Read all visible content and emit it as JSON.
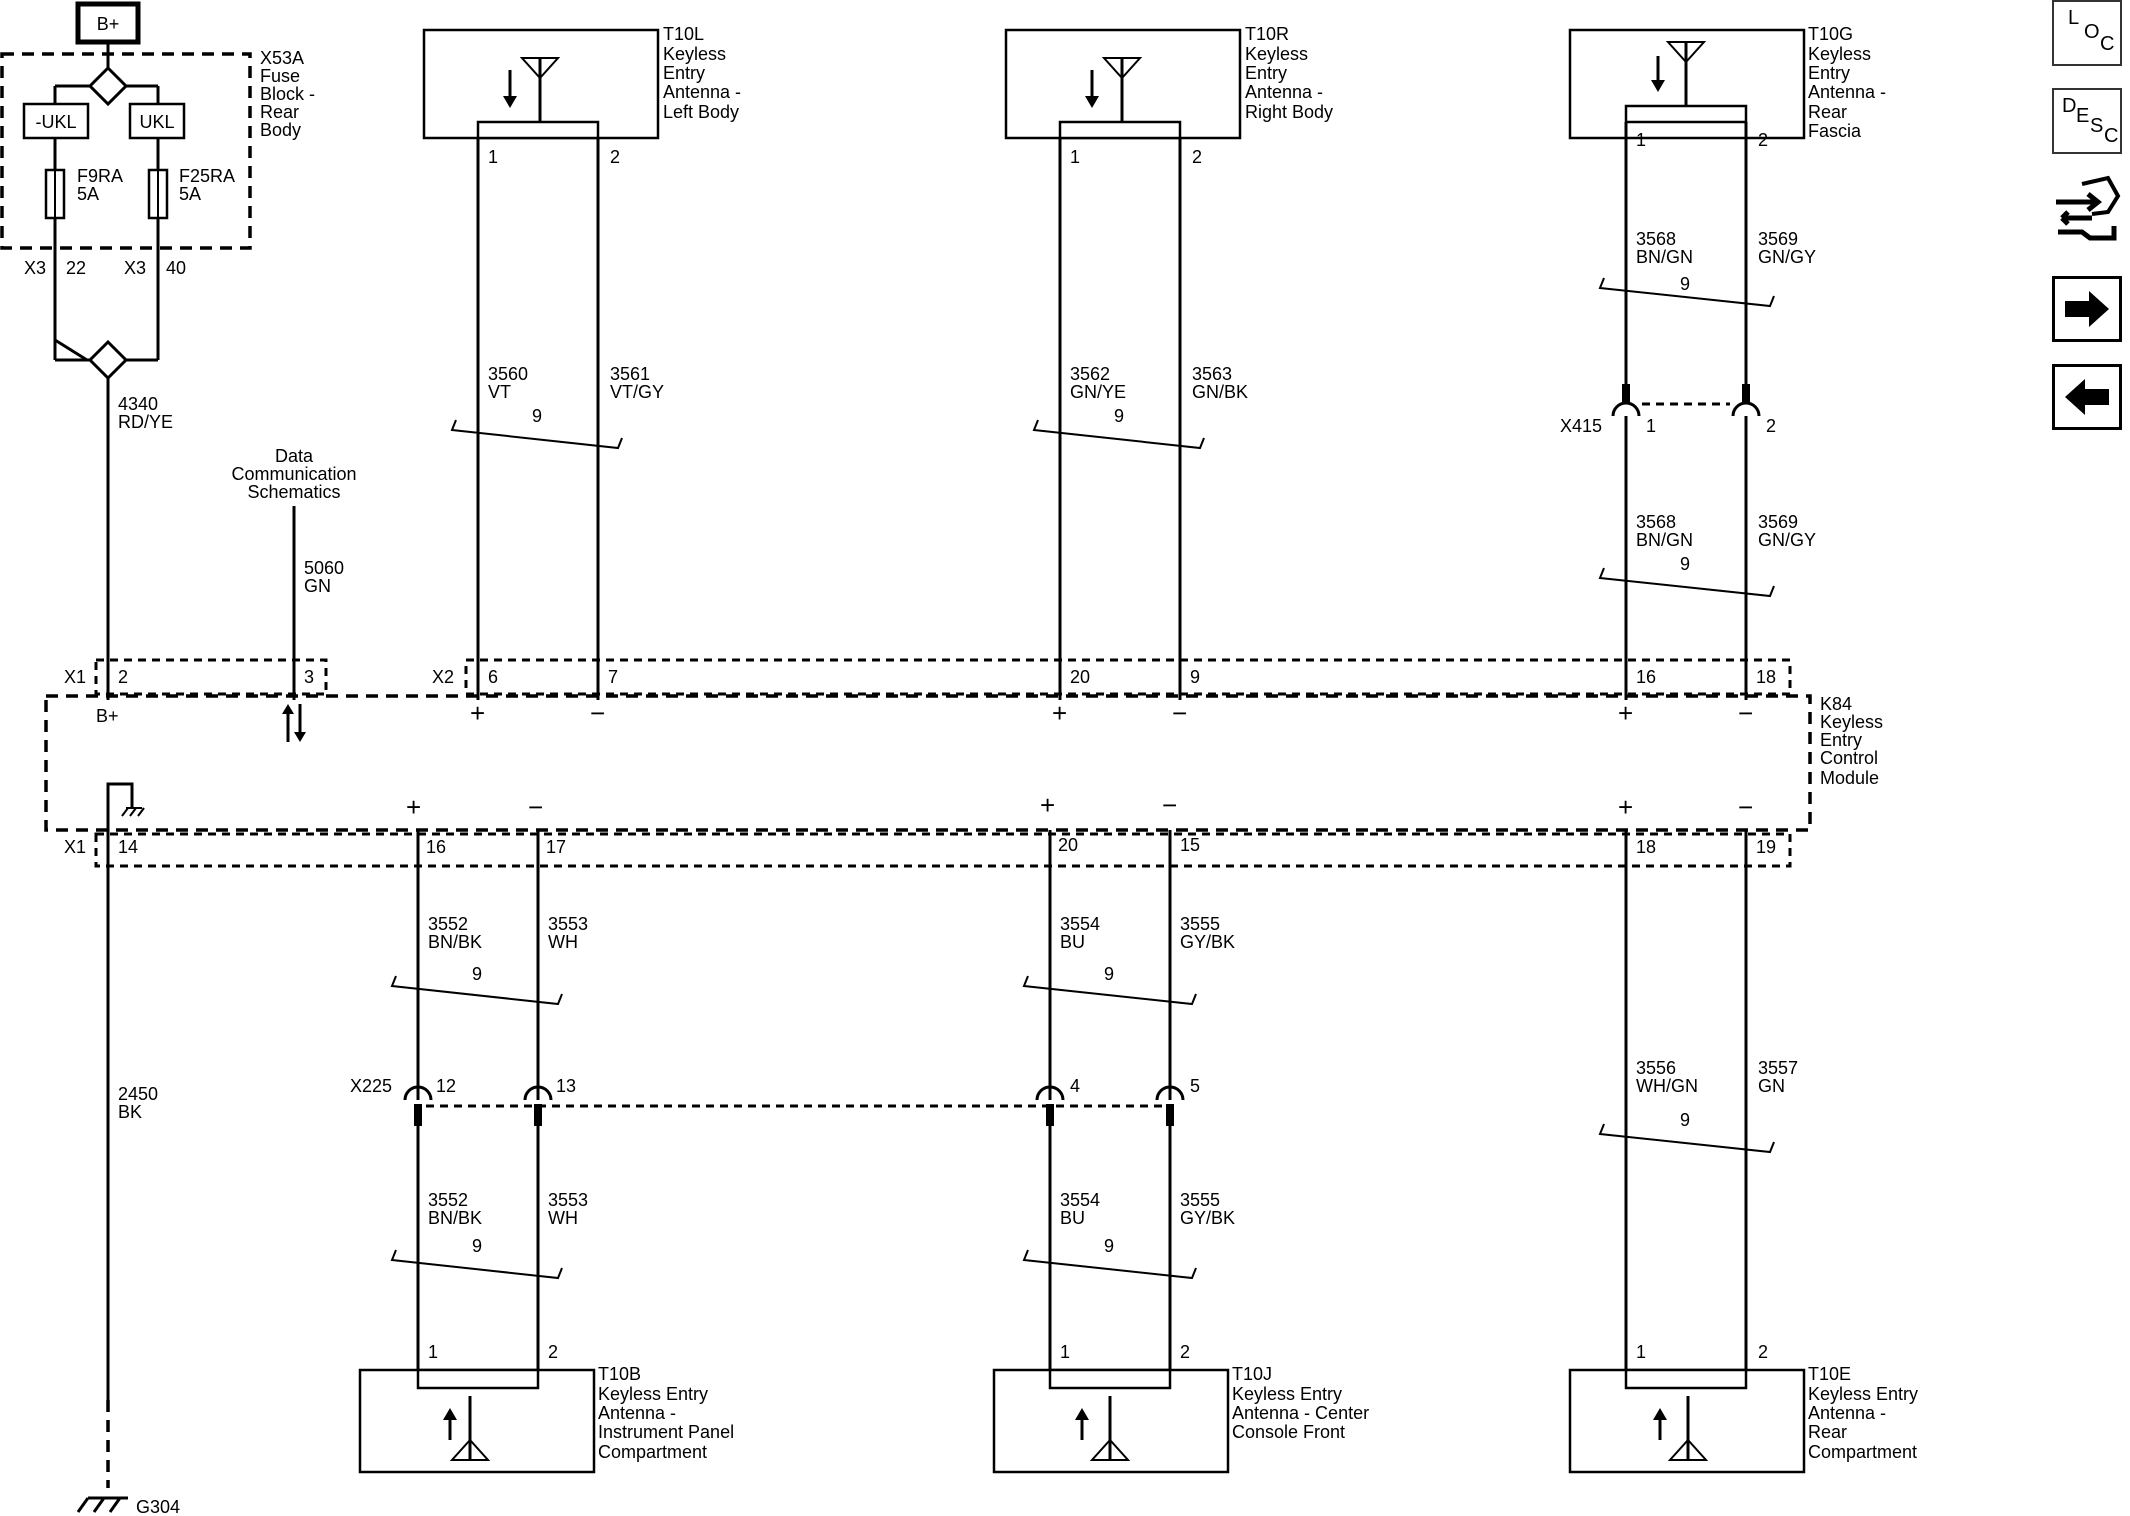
{
  "power": {
    "label": "B+"
  },
  "fuse_block": {
    "id": "X53A",
    "name_lines": [
      "Fuse",
      "Block -",
      "Rear",
      "Body"
    ],
    "relay_left": "-UKL",
    "relay_right": "UKL",
    "fuse_left": {
      "id": "F9RA",
      "rating": "5A"
    },
    "fuse_right": {
      "id": "F25RA",
      "rating": "5A"
    },
    "pin_left": {
      "conn": "X3",
      "pin": "22"
    },
    "pin_right": {
      "conn": "X3",
      "pin": "40"
    }
  },
  "feed_wire": {
    "circuit": "4340",
    "color": "RD/YE"
  },
  "ground_wire": {
    "circuit": "2450",
    "color": "BK"
  },
  "ground": {
    "id": "G304"
  },
  "data_link": {
    "line1": "Data",
    "line2": "Communication",
    "line3": "Schematics",
    "circuit": "5060",
    "color": "GN"
  },
  "module": {
    "id": "K84",
    "name_lines": [
      "Keyless",
      "Entry",
      "Control",
      "Module"
    ],
    "conn_x1": "X1",
    "conn_x2": "X2",
    "pins_top": [
      "2",
      "3",
      "6",
      "7",
      "20",
      "9",
      "16",
      "18"
    ],
    "pins_bottom": [
      "14",
      "16",
      "17",
      "20",
      "15",
      "18",
      "19"
    ],
    "bplus_label": "B+",
    "plus": "+",
    "minus": "−"
  },
  "twist": "9",
  "antennas_top": [
    {
      "id": "T10L",
      "lines": [
        "Keyless",
        "Entry",
        "Antenna -",
        "Left Body"
      ],
      "pin1": "1",
      "pin2": "2",
      "wire_a": {
        "circuit": "3560",
        "color": "VT"
      },
      "wire_b": {
        "circuit": "3561",
        "color": "VT/GY"
      }
    },
    {
      "id": "T10R",
      "lines": [
        "Keyless",
        "Entry",
        "Antenna -",
        "Right Body"
      ],
      "pin1": "1",
      "pin2": "2",
      "wire_a": {
        "circuit": "3562",
        "color": "GN/YE"
      },
      "wire_b": {
        "circuit": "3563",
        "color": "GN/BK"
      }
    },
    {
      "id": "T10G",
      "lines": [
        "Keyless",
        "Entry",
        "Antenna -",
        "Rear",
        "Fascia"
      ],
      "pin1": "1",
      "pin2": "2",
      "wire_a": {
        "circuit": "3568",
        "color": "BN/GN"
      },
      "wire_b": {
        "circuit": "3569",
        "color": "GN/GY"
      }
    }
  ],
  "inline_x415": {
    "id": "X415",
    "pin1": "1",
    "pin2": "2"
  },
  "inline_x225": {
    "id": "X225",
    "pins": [
      "12",
      "13",
      "4",
      "5"
    ]
  },
  "bottom_wires": [
    {
      "circuit": "3552",
      "color": "BN/BK"
    },
    {
      "circuit": "3553",
      "color": "WH"
    },
    {
      "circuit": "3554",
      "color": "BU"
    },
    {
      "circuit": "3555",
      "color": "GY/BK"
    },
    {
      "circuit": "3556",
      "color": "WH/GN"
    },
    {
      "circuit": "3557",
      "color": "GN"
    }
  ],
  "antennas_bottom": [
    {
      "id": "T10B",
      "lines": [
        "Keyless Entry",
        "Antenna -",
        "Instrument Panel",
        "Compartment"
      ],
      "pin1": "1",
      "pin2": "2"
    },
    {
      "id": "T10J",
      "lines": [
        "Keyless Entry",
        "Antenna - Center",
        "Console Front"
      ],
      "pin1": "1",
      "pin2": "2"
    },
    {
      "id": "T10E",
      "lines": [
        "Keyless Entry",
        "Antenna -",
        "Rear",
        "Compartment"
      ],
      "pin1": "1",
      "pin2": "2"
    }
  ],
  "nav": {
    "loc": [
      "L",
      "O",
      "C"
    ],
    "desc": [
      "D",
      "E",
      "S",
      "C"
    ],
    "icons": [
      "connector-tool-icon",
      "arrow-right-icon",
      "arrow-left-icon"
    ]
  }
}
